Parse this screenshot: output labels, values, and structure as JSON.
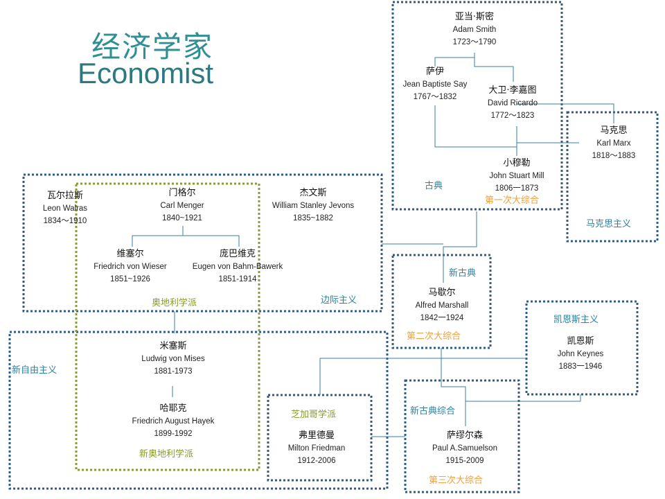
{
  "title": {
    "zh": "经济学家",
    "en": "Economist"
  },
  "colors": {
    "teal": "#2e82a0",
    "navy": "#2f5b8a",
    "olive": "#8a9a3a",
    "orange": "#f0a040",
    "line": "#3a7ea8"
  },
  "people": {
    "smith": {
      "zh": "亚当·斯密",
      "en": "Adam Smith",
      "years": "1723～1790"
    },
    "say": {
      "zh": "萨伊",
      "en": "Jean Baptiste Say",
      "years": "1767～1832"
    },
    "ricardo": {
      "zh": "大卫·李嘉图",
      "en": "David Ricardo",
      "years": "1772～1823"
    },
    "marx": {
      "zh": "马克思",
      "en": "Karl Marx",
      "years": "1818～1883"
    },
    "mill": {
      "zh": "小穆勒",
      "en": "John Stuart Mill",
      "years": "1806一1873"
    },
    "walras": {
      "zh": "瓦尔拉斯",
      "en": "Leon Walras",
      "years": "1834～1910"
    },
    "menger": {
      "zh": "门格尔",
      "en": "Carl Menger",
      "years": "1840~1921"
    },
    "jevons": {
      "zh": "杰文斯",
      "en": "William Stanley Jevons",
      "years": "1835~1882"
    },
    "wieser": {
      "zh": "维塞尔",
      "en": "Friedrich von Wieser",
      "years": "1851~1926"
    },
    "bohm": {
      "zh": "庞巴维克",
      "en": "Eugen von Bahm-Bawerk",
      "years": "1851-1914"
    },
    "marshall": {
      "zh": "马歇尔",
      "en": "Alfred Marshall",
      "years": "1842一1924"
    },
    "keynes": {
      "zh": "凯恩斯",
      "en": "John Keynes",
      "years": "1883一1946"
    },
    "mises": {
      "zh": "米塞斯",
      "en": "Ludwig von Mises",
      "years": "1881-1973"
    },
    "hayek": {
      "zh": "哈耶克",
      "en": "Friedrich August Hayek",
      "years": "1899-1992"
    },
    "friedman": {
      "zh": "弗里德曼",
      "en": "Milton Friedman",
      "years": "1912-2006"
    },
    "samuelson": {
      "zh": "萨缪尔森",
      "en": "Paul A.Samuelson",
      "years": "1915-2009"
    }
  },
  "labels": {
    "classical": "古典",
    "first_synthesis": "第一次大综合",
    "marxism": "马克思主义",
    "austrian": "奥地利学派",
    "marginalism": "边际主义",
    "neoclassical": "新古典",
    "second_synthesis": "第二次大综合",
    "keynesianism": "凯恩斯主义",
    "neoliberalism": "新自由主义",
    "chicago": "芝加哥学派",
    "neo_austrian": "新奥地利学派",
    "neoclassical_synthesis": "新古典综合",
    "third_synthesis": "第三次大综合"
  }
}
